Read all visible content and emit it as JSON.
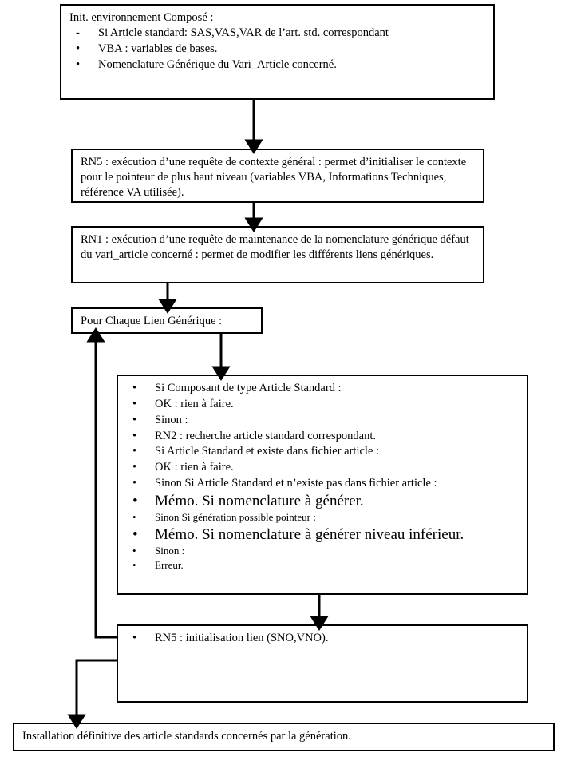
{
  "diagram": {
    "title": "Flowchart - generation des articles standards",
    "type": "flowchart",
    "language": "fr",
    "colors": {
      "background": "#ffffff",
      "border": "#000000",
      "text": "#000000",
      "connector": "#000000"
    }
  },
  "boxes": {
    "init_env": {
      "heading": "Init. environnement Composé :",
      "items": [
        {
          "marker": "-",
          "text": "Si Article standard: SAS,VAS,VAR de l’art. std. correspondant"
        },
        {
          "marker": "•",
          "text": "VBA : variables de bases."
        },
        {
          "marker": "•",
          "text": "Nomenclature Générique du Vari_Article concerné."
        }
      ]
    },
    "rn5_context": {
      "text": "RN5 : exécution d’une requête de contexte général : permet d’initialiser le contexte pour le pointeur de plus haut niveau (variables VBA, Informations Techniques, référence VA utilisée)."
    },
    "rn1_maintenance": {
      "text": "RN1 : exécution d’une requête de maintenance de la nomenclature générique défaut du vari_article concerné : permet de modifier les différents liens génériques."
    },
    "foreach_link": {
      "text": "Pour Chaque Lien Générique :"
    },
    "loop_body": {
      "items": [
        {
          "marker": "•",
          "text": "Si  Composant de type Article Standard :",
          "size": "normal"
        },
        {
          "marker": "•",
          "text": "OK : rien à faire.",
          "size": "normal"
        },
        {
          "marker": "•",
          "text": "Sinon :",
          "size": "normal"
        },
        {
          "marker": "•",
          "text": "RN2 : recherche article standard correspondant.",
          "size": "normal"
        },
        {
          "marker": "•",
          "text": "Si Article Standard et existe dans fichier article :",
          "size": "normal"
        },
        {
          "marker": "•",
          "text": "OK : rien à faire.",
          "size": "normal"
        },
        {
          "marker": "•",
          "text": "Sinon Si Article Standard et n’existe pas dans fichier article :",
          "size": "normal"
        },
        {
          "marker": "•",
          "text": "Mémo. Si nomenclature à générer.",
          "size": "big"
        },
        {
          "marker": "•",
          "text": "Sinon Si génération possible pointeur :",
          "size": "small"
        },
        {
          "marker": "•",
          "text": "Mémo. Si nomenclature à générer niveau inférieur.",
          "size": "big"
        },
        {
          "marker": "•",
          "text": "Sinon :",
          "size": "small"
        },
        {
          "marker": "•",
          "text": "Erreur.",
          "size": "small"
        }
      ]
    },
    "rn5_init_link": {
      "items": [
        {
          "marker": "•",
          "text": "RN5 : initialisation lien (SNO,VNO)."
        }
      ]
    },
    "final_install": {
      "text": "Installation définitive des article standards concernés par la génération."
    }
  },
  "connectors": [
    {
      "name": "init-to-rn5ctx",
      "kind": "arrow-down"
    },
    {
      "name": "rn5ctx-to-rn1",
      "kind": "arrow-down"
    },
    {
      "name": "rn1-to-foreach",
      "kind": "arrow-down"
    },
    {
      "name": "foreach-to-loopbody",
      "kind": "arrow-down"
    },
    {
      "name": "loopbody-to-rn5init",
      "kind": "arrow-down"
    },
    {
      "name": "rn5init-to-foreach",
      "kind": "loop-back-up"
    },
    {
      "name": "rn5init-to-install",
      "kind": "loop-down-to-final"
    }
  ]
}
